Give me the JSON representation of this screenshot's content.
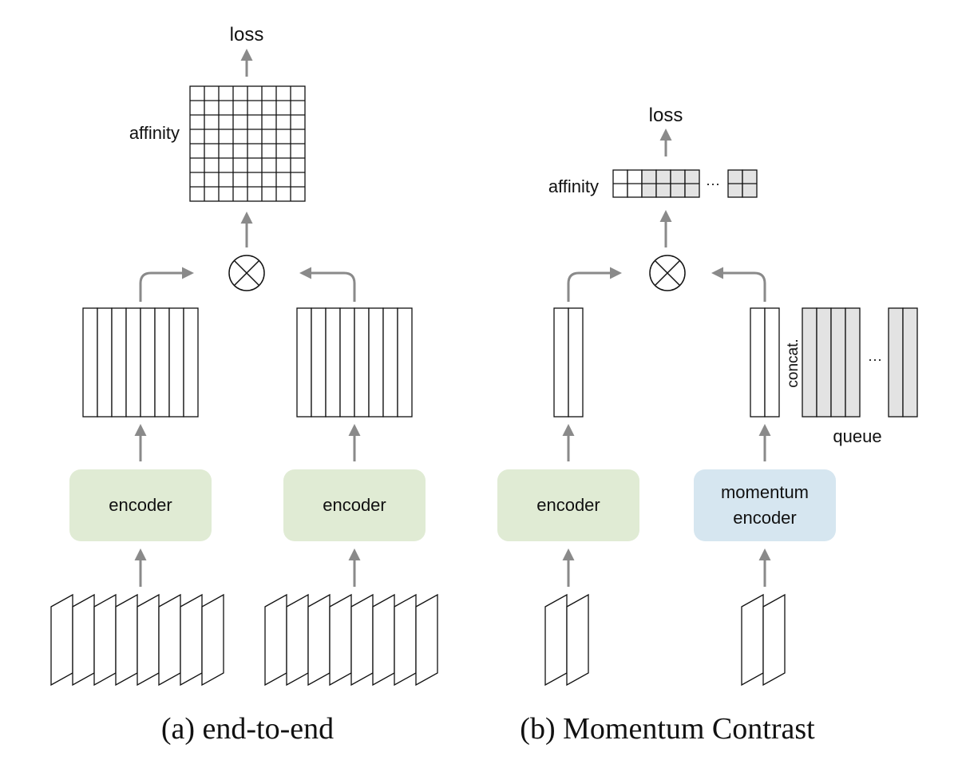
{
  "panel_a": {
    "caption": "(a) end-to-end",
    "loss_label": "loss",
    "affinity_label": "affinity",
    "encoder_left_label": "encoder",
    "encoder_right_label": "encoder",
    "images_per_batch": 8,
    "features_per_batch": 8,
    "affinity_grid_size": 8
  },
  "panel_b": {
    "caption": "(b) Momentum Contrast",
    "loss_label": "loss",
    "affinity_label": "affinity",
    "affinity_ellipsis": "···",
    "encoder_label": "encoder",
    "momentum_encoder_label_line1": "momentum",
    "momentum_encoder_label_line2": "encoder",
    "concat_label": "concat.",
    "queue_label": "queue",
    "queue_ellipsis": "···",
    "images_per_batch": 2,
    "features_per_batch": 2
  },
  "colors": {
    "encoder_fill": "#e0ebd4",
    "momentum_encoder_fill": "#d6e6f0",
    "queue_fill": "#e3e3e3",
    "arrow": "#8a8a8a",
    "line": "#111111"
  },
  "icons": {
    "multiply": "circle-times-icon"
  }
}
